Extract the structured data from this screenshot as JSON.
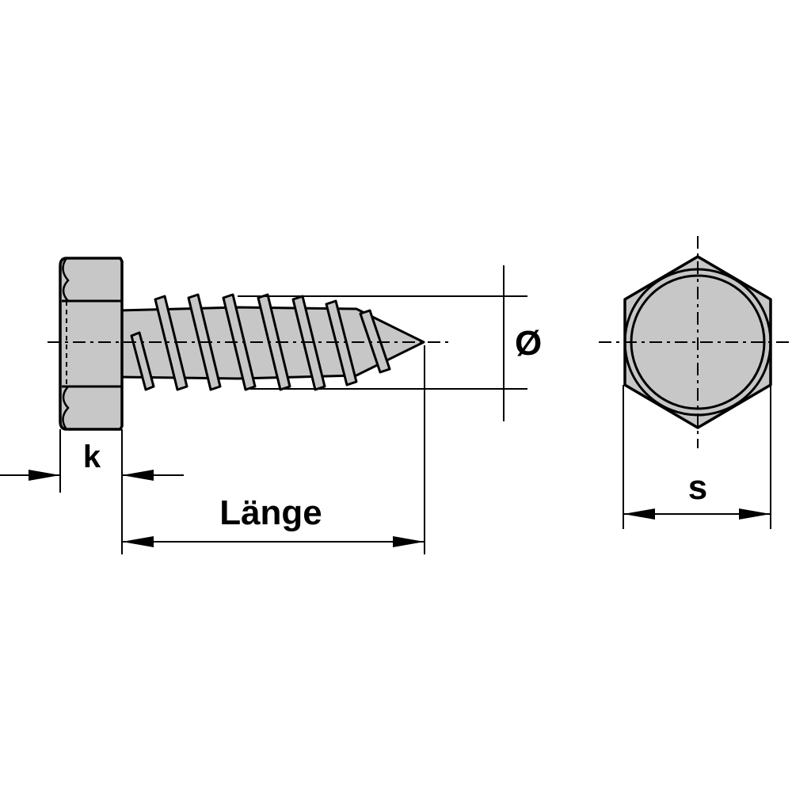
{
  "labels": {
    "head_height": "k",
    "length": "Länge",
    "diameter": "Ø",
    "width_across_flats": "s"
  },
  "colors": {
    "fill": "#c7c7c7",
    "stroke": "#000000",
    "background": "#ffffff"
  }
}
